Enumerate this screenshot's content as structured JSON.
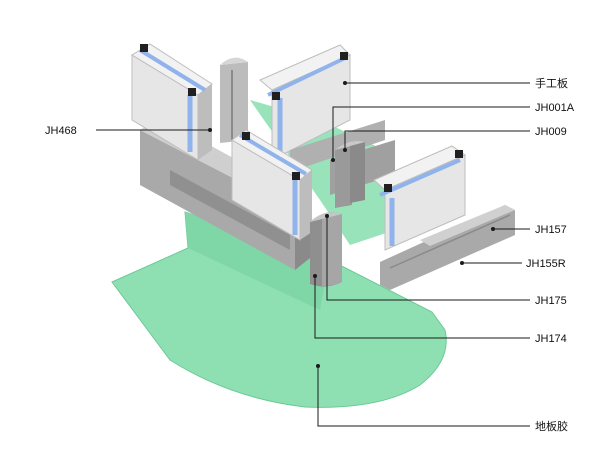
{
  "labels": {
    "manual_panel": "手工板",
    "jh001a": "JH001A",
    "jh009": "JH009",
    "jh468": "JH468",
    "jh157": "JH157",
    "jh155r": "JH155R",
    "jh175": "JH175",
    "jh174": "JH174",
    "floor_glue": "地板胶"
  },
  "colors": {
    "floor": "#8ee0b3",
    "floor_edge": "#6cc996",
    "panel": "#e6e6e6",
    "panel_side": "#bdbdbd",
    "profile": "#9a9a9a",
    "glass": "#8fb3ea",
    "seal": "#202020"
  }
}
